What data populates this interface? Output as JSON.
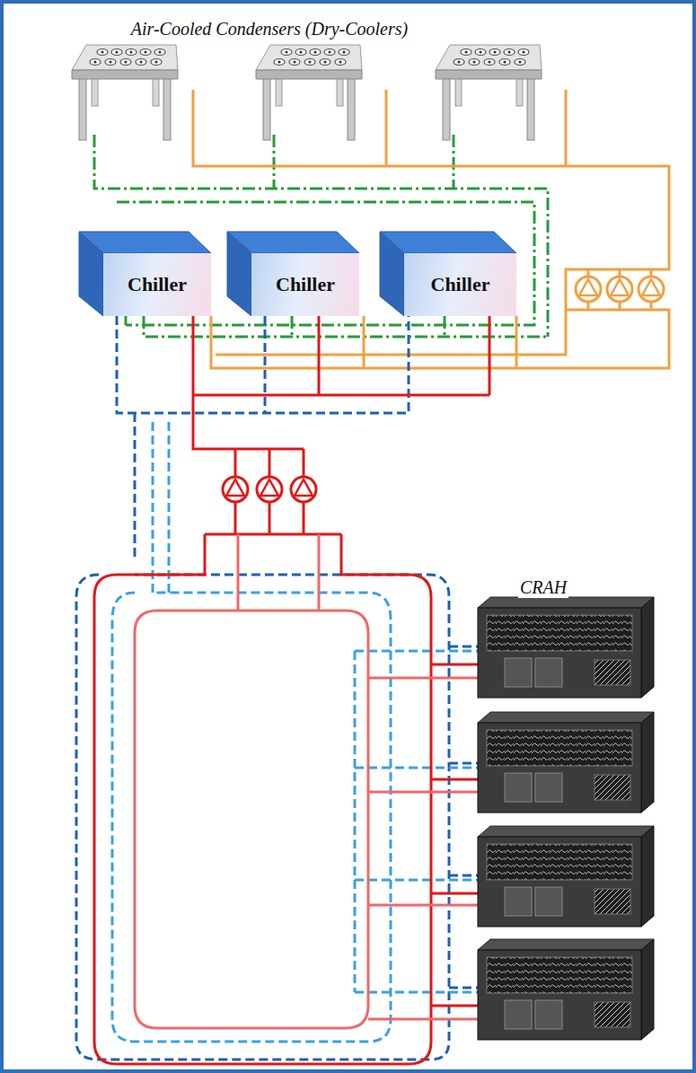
{
  "diagram": {
    "title": "Air-Cooled Condensers (Dry-Coolers)",
    "nodes": [
      {
        "text": [
          "Chiller"
        ]
      },
      {
        "text": [
          "Chiller"
        ]
      },
      {
        "text": [
          "Chiller"
        ]
      }
    ],
    "labels": [
      "CRAH"
    ]
  }
}
